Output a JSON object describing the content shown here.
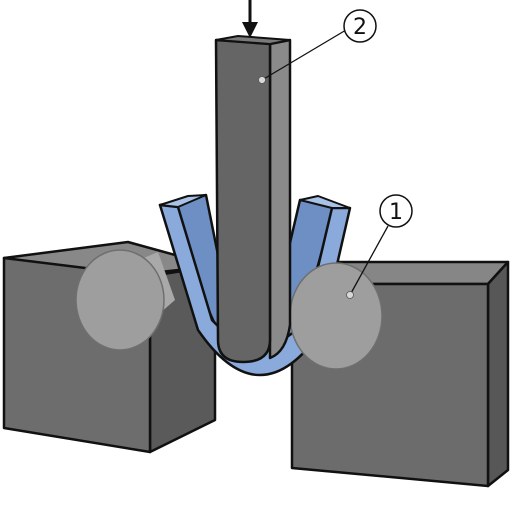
{
  "diagram": {
    "callouts": [
      {
        "id": "roller",
        "label": "1"
      },
      {
        "id": "punch",
        "label": "2"
      }
    ],
    "colors": {
      "block_front": "#6e6e6e",
      "block_top": "#858585",
      "block_side": "#5c5c5c",
      "roller": "#9c9c9c",
      "punch": "#666666",
      "workpiece": "#86a6d6",
      "outline": "#111111"
    },
    "icons": [
      "force-arrow-icon"
    ]
  }
}
